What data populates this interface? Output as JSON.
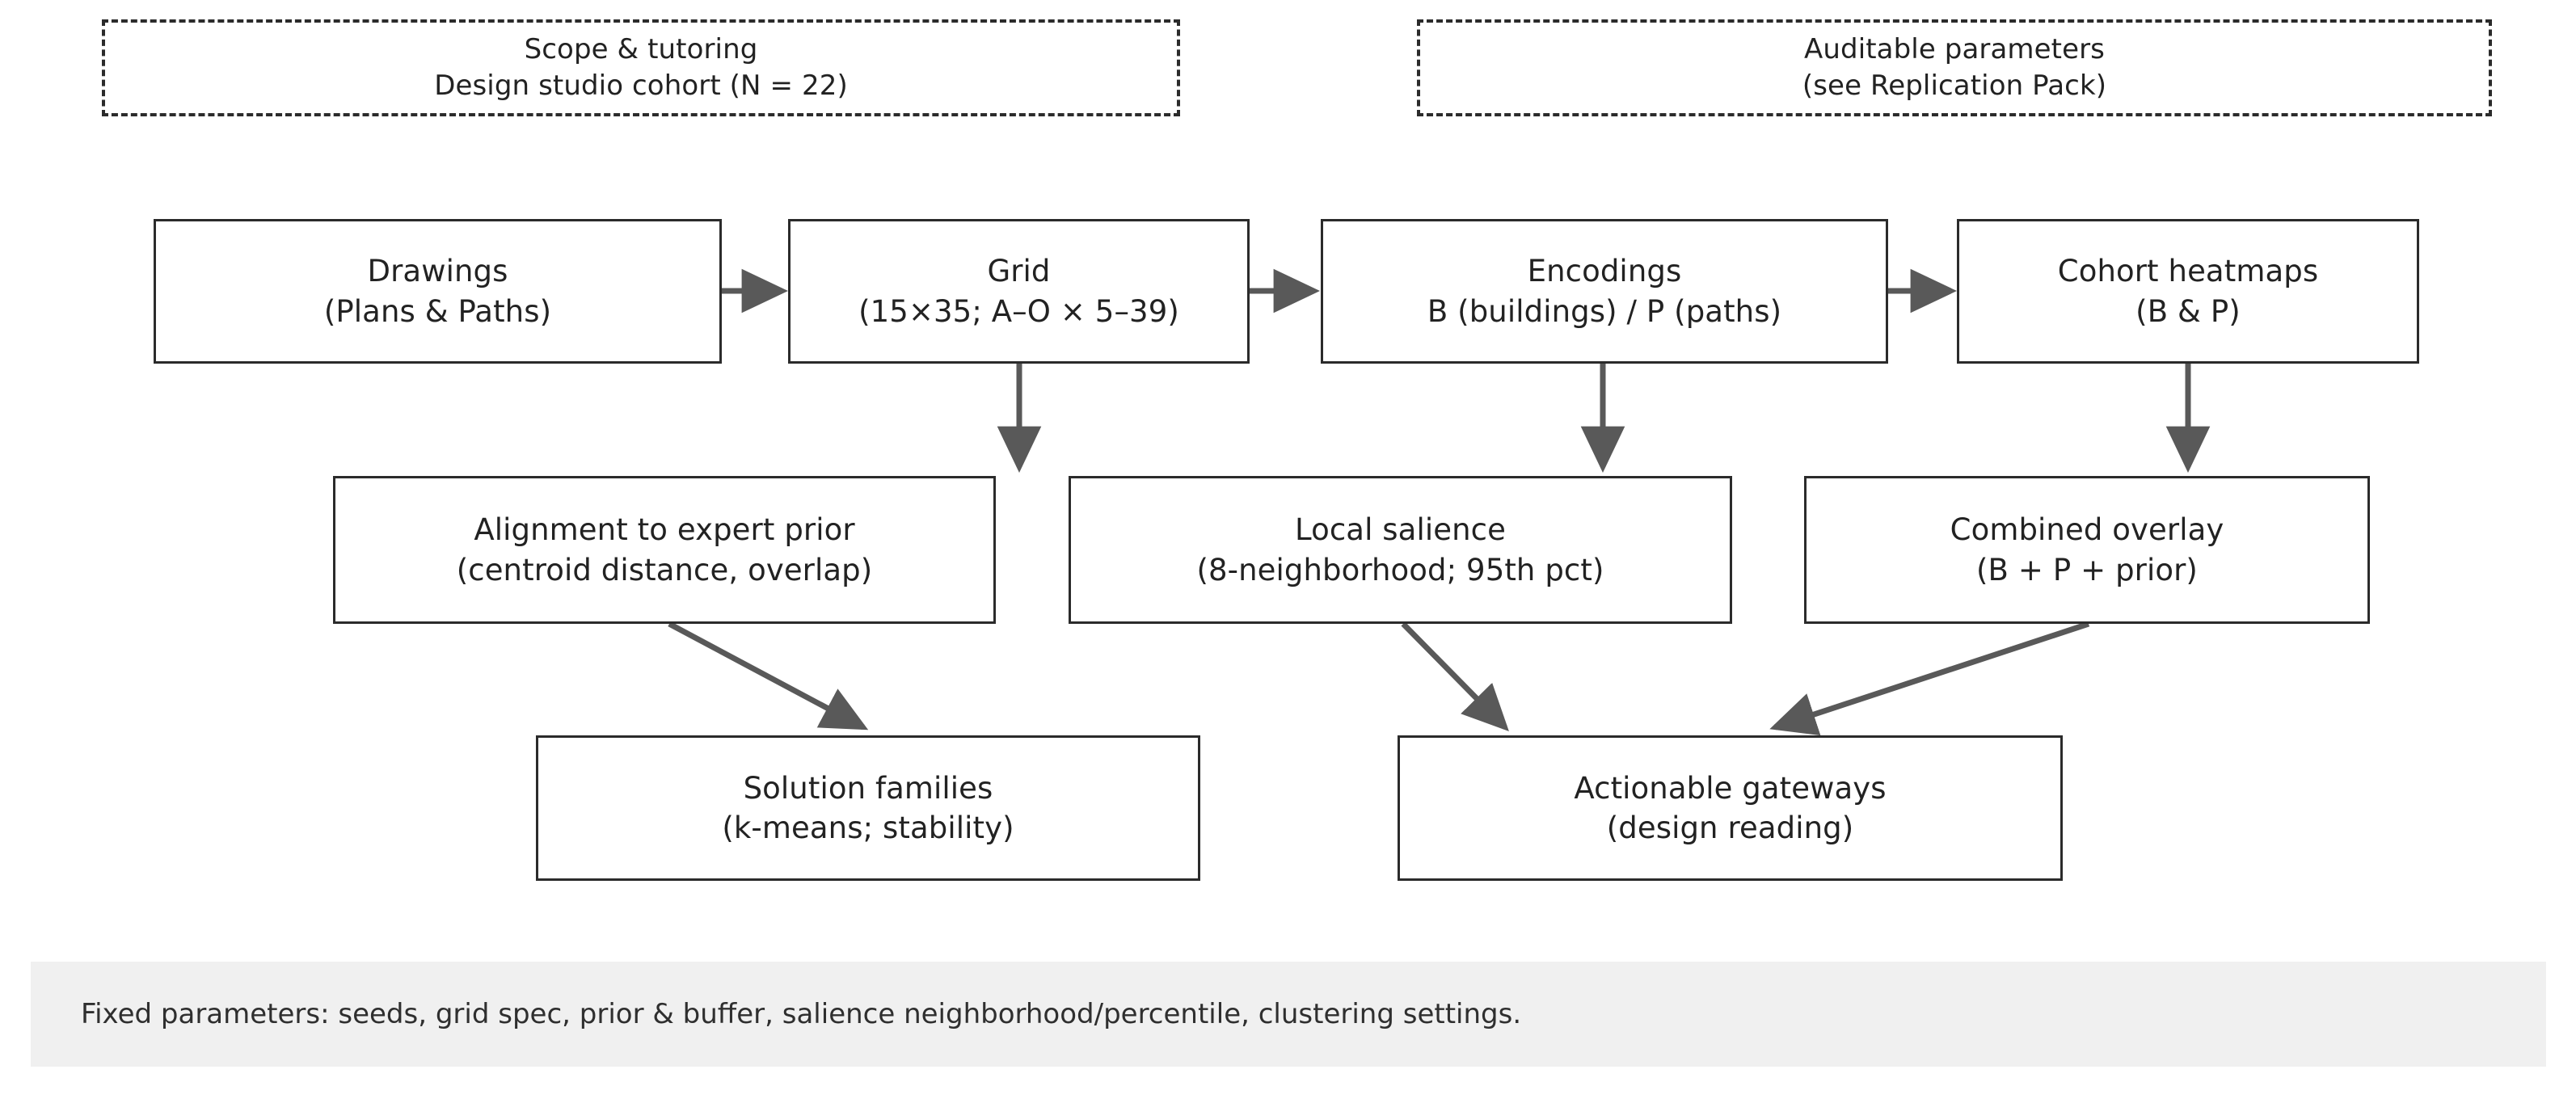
{
  "diagram": {
    "title_note": "Methodology flow diagram",
    "colors": {
      "box_border": "#2b2b2b",
      "arrow": "#595959",
      "text": "#222222",
      "footer_background": "#f0f0f0",
      "canvas_background": "#ffffff"
    },
    "notes": [
      {
        "id": "scope-note",
        "line1": "Scope & tutoring",
        "line2": "Design studio cohort (N = 22)",
        "style": "dashed"
      },
      {
        "id": "auditable-note",
        "line1": "Auditable parameters",
        "line2": "(see Replication Pack)",
        "style": "dashed"
      }
    ],
    "row1": [
      {
        "id": "drawings",
        "line1": "Drawings",
        "line2": "(Plans & Paths)"
      },
      {
        "id": "grid",
        "line1": "Grid",
        "line2": "(15×35; A–O × 5–39)"
      },
      {
        "id": "encodings",
        "line1": "Encodings",
        "line2": "B (buildings) / P (paths)"
      },
      {
        "id": "cohort-heatmaps",
        "line1": "Cohort heatmaps",
        "line2": "(B & P)"
      }
    ],
    "row2": [
      {
        "id": "alignment",
        "line1": "Alignment to expert prior",
        "line2": "(centroid distance, overlap)"
      },
      {
        "id": "local-salience",
        "line1": "Local salience",
        "line2": "(8-neighborhood; 95th pct)"
      },
      {
        "id": "combined-overlay",
        "line1": "Combined overlay",
        "line2": "(B + P + prior)"
      }
    ],
    "row3": [
      {
        "id": "solution-families",
        "line1": "Solution families",
        "line2": "(k-means; stability)"
      },
      {
        "id": "actionable-gateways",
        "line1": "Actionable gateways",
        "line2": "(design reading)"
      }
    ],
    "footer": {
      "text": "Fixed parameters: seeds, grid spec, prior & buffer, salience neighborhood/percentile, clustering settings."
    },
    "edges": [
      {
        "from": "drawings",
        "to": "grid",
        "kind": "horizontal-arrow"
      },
      {
        "from": "grid",
        "to": "encodings",
        "kind": "horizontal-arrow"
      },
      {
        "from": "encodings",
        "to": "cohort-heatmaps",
        "kind": "horizontal-arrow"
      },
      {
        "from": "grid",
        "to": "alignment",
        "kind": "vertical-arrow"
      },
      {
        "from": "encodings",
        "to": "local-salience",
        "kind": "vertical-arrow"
      },
      {
        "from": "cohort-heatmaps",
        "to": "combined-overlay",
        "kind": "vertical-arrow"
      },
      {
        "from": "alignment",
        "to": "solution-families",
        "kind": "diagonal-arrow"
      },
      {
        "from": "local-salience",
        "to": "actionable-gateways",
        "kind": "diagonal-arrow"
      },
      {
        "from": "combined-overlay",
        "to": "actionable-gateways",
        "kind": "diagonal-arrow"
      }
    ]
  }
}
